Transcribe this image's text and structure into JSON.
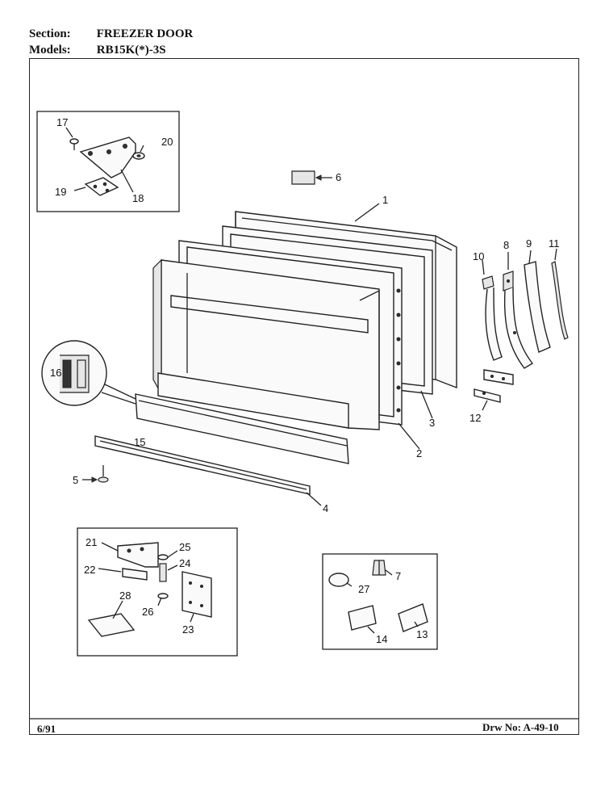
{
  "header": {
    "section_label": "Section:",
    "section_value": "FREEZER DOOR",
    "models_label": "Models:",
    "models_value": "RB15K(*)-3S"
  },
  "footer": {
    "date": "6/91",
    "drawing_no": "Drw No: A-49-10"
  },
  "callouts": {
    "c1": "1",
    "c2": "2",
    "c3": "3",
    "c4": "4",
    "c5": "5",
    "c6": "6",
    "c7": "7",
    "c8": "8",
    "c9": "9",
    "c10": "10",
    "c11": "11",
    "c12": "12",
    "c13": "13",
    "c14": "14",
    "c15": "15",
    "c16": "16",
    "c17": "17",
    "c18": "18",
    "c19": "19",
    "c20": "20",
    "c21": "21",
    "c22": "22",
    "c23": "23",
    "c24": "24",
    "c25": "25",
    "c26": "26",
    "c27": "27",
    "c28": "28"
  }
}
